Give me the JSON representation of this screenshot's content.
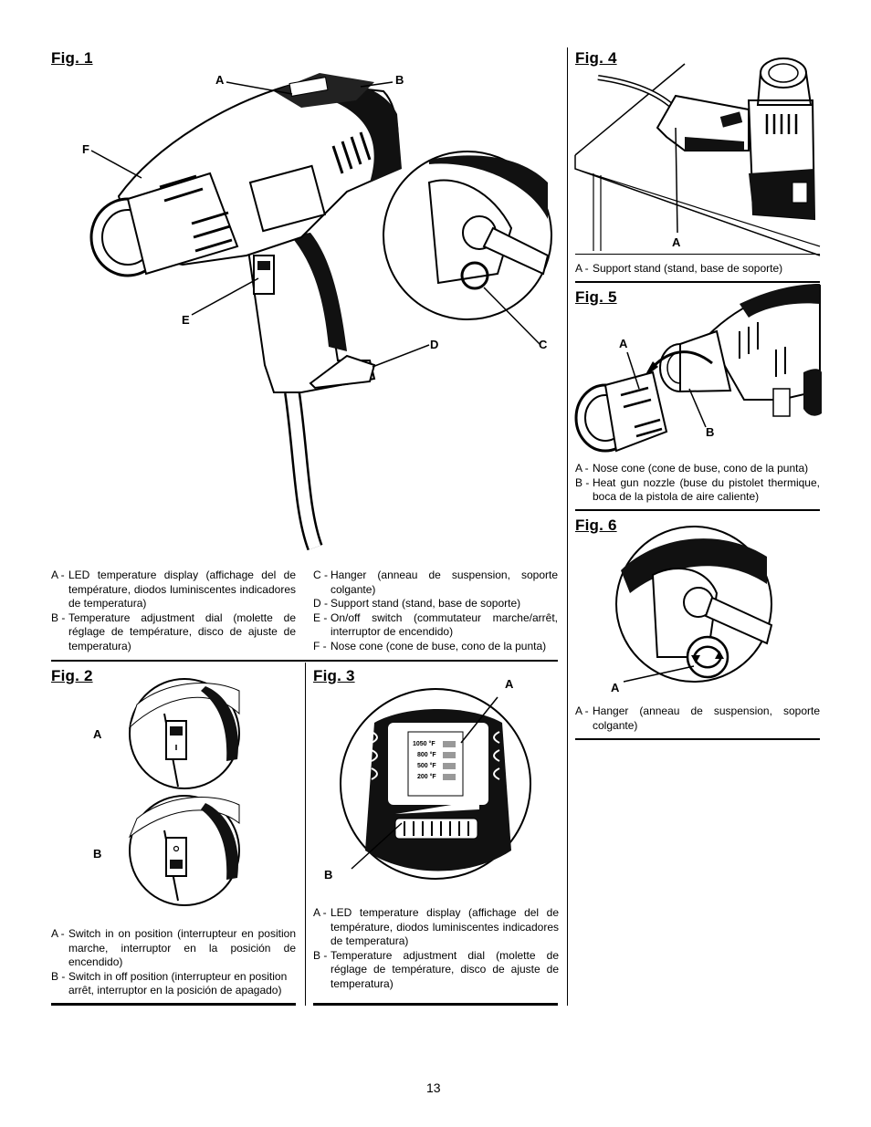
{
  "fig1": {
    "title": "Fig. 1",
    "callouts": {
      "A": "A",
      "B": "B",
      "C": "C",
      "D": "D",
      "E": "E",
      "F": "F"
    },
    "legend_left": [
      {
        "key": "A -",
        "text": "LED temperature display (affichage del de température, diodos luminiscentes indicadores de temperatura)"
      },
      {
        "key": "B -",
        "text": "Temperature adjustment dial (molette de réglage de température, disco de ajuste de temperatura)"
      }
    ],
    "legend_right": [
      {
        "key": "C -",
        "text": "Hanger (anneau de suspension, soporte colgante)"
      },
      {
        "key": "D -",
        "text": "Support stand (stand, base de soporte)"
      },
      {
        "key": "E -",
        "text": "On/off switch (commutateur marche/arrêt, interruptor de encendido)"
      },
      {
        "key": "F -",
        "text": "Nose cone (cone de buse, cono de la punta)"
      }
    ]
  },
  "fig2": {
    "title": "Fig. 2",
    "callouts": {
      "A": "A",
      "B": "B"
    },
    "legend": [
      {
        "key": "A -",
        "text": "Switch in on position (interrupteur en position marche, interruptor en la posición de encendido)"
      },
      {
        "key": "B -",
        "text": "Switch in off position (interrupteur en position arrêt, interruptor en la posición de apagado)"
      }
    ]
  },
  "fig3": {
    "title": "Fig. 3",
    "callouts": {
      "A": "A",
      "B": "B"
    },
    "display_levels": [
      "1050 °F",
      "800 °F",
      "500 °F",
      "200 °F"
    ],
    "legend": [
      {
        "key": "A -",
        "text": "LED temperature display (affichage del de température, diodos luminiscentes indicadores de temperatura)"
      },
      {
        "key": "B -",
        "text": "Temperature adjustment dial (molette de réglage de température, disco de ajuste de temperatura)"
      }
    ]
  },
  "fig4": {
    "title": "Fig. 4",
    "callouts": {
      "A": "A"
    },
    "legend": [
      {
        "key": "A -",
        "text": "Support stand (stand, base de soporte)"
      }
    ]
  },
  "fig5": {
    "title": "Fig. 5",
    "callouts": {
      "A": "A",
      "B": "B"
    },
    "legend": [
      {
        "key": "A -",
        "text": "Nose cone (cone de buse, cono de la punta)"
      },
      {
        "key": "B -",
        "text": "Heat gun nozzle (buse du pistolet thermique, boca de la pistola de aire caliente)"
      }
    ]
  },
  "fig6": {
    "title": "Fig. 6",
    "callouts": {
      "A": "A"
    },
    "legend": [
      {
        "key": "A -",
        "text": "Hanger (anneau de suspension, soporte colgante)"
      }
    ]
  },
  "page_number": "13"
}
